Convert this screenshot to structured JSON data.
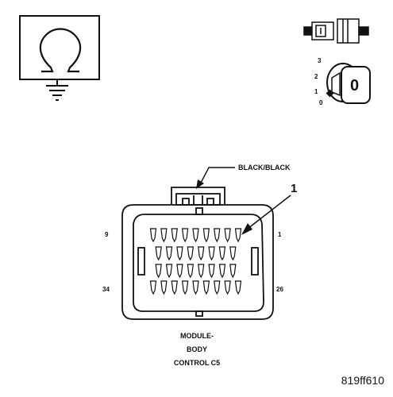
{
  "diagram": {
    "wire_label": "BLACK/BLACK",
    "callout_number": "1",
    "pin_labels": {
      "top_left": "9",
      "top_right": "1",
      "bottom_left": "34",
      "bottom_right": "26"
    },
    "caption_lines": [
      "MODULE-",
      "BODY",
      "CONTROL C5"
    ],
    "figure_id": "819ff610",
    "ignition_positions": [
      "3",
      "2",
      "1",
      "0"
    ],
    "key_label": "0",
    "icons": {
      "ground_symbol": "omega-ground-icon",
      "connector_plug": "connector-plug-icon",
      "ignition_switch": "ignition-switch-icon"
    }
  }
}
